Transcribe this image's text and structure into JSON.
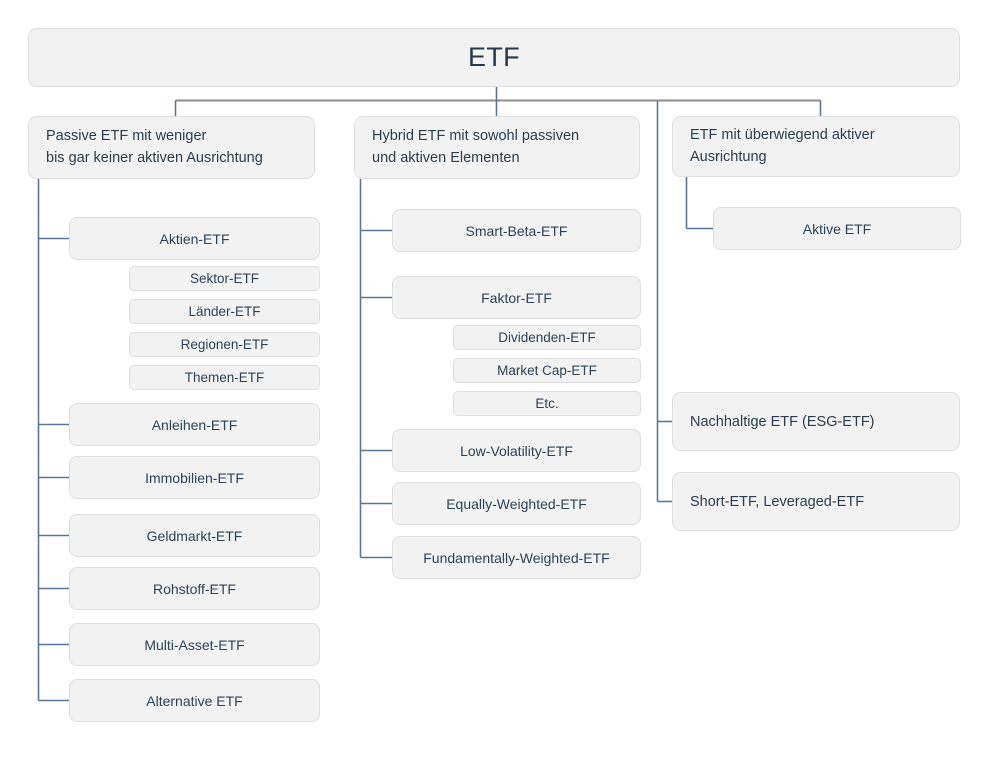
{
  "diagram": {
    "title": "ETF",
    "type": "tree",
    "colors": {
      "node_fill": "#f2f2f2",
      "node_border": "#dedede",
      "text": "#2d3e50",
      "bus_line": "#8c8c8c",
      "branch_line": "#5b7596",
      "background": "#ffffff"
    },
    "root": {
      "label": "ETF"
    },
    "branches": [
      {
        "id": "passive",
        "header": "Passive ETF mit weniger\nbis gar keiner aktiven Ausrichtung",
        "items": [
          {
            "label": "Aktien-ETF",
            "children": [
              {
                "label": "Sektor-ETF"
              },
              {
                "label": "Länder-ETF"
              },
              {
                "label": "Regionen-ETF"
              },
              {
                "label": "Themen-ETF"
              }
            ]
          },
          {
            "label": "Anleihen-ETF",
            "children": []
          },
          {
            "label": "Immobilien-ETF",
            "children": []
          },
          {
            "label": "Geldmarkt-ETF",
            "children": []
          },
          {
            "label": "Rohstoff-ETF",
            "children": []
          },
          {
            "label": "Multi-Asset-ETF",
            "children": []
          },
          {
            "label": "Alternative ETF",
            "children": []
          }
        ]
      },
      {
        "id": "hybrid",
        "header": "Hybrid ETF mit sowohl passiven\nund aktiven Elementen",
        "items": [
          {
            "label": "Smart-Beta-ETF",
            "children": []
          },
          {
            "label": "Faktor-ETF",
            "children": [
              {
                "label": "Dividenden-ETF"
              },
              {
                "label": "Market Cap-ETF"
              },
              {
                "label": "Etc."
              }
            ]
          },
          {
            "label": "Low-Volatility-ETF",
            "children": []
          },
          {
            "label": "Equally-Weighted-ETF",
            "children": []
          },
          {
            "label": "Fundamentally-Weighted-ETF",
            "children": []
          }
        ]
      },
      {
        "id": "active",
        "header": "ETF mit überwiegend aktiver\nAusrichtung",
        "items": [
          {
            "label": "Aktive ETF",
            "children": []
          }
        ]
      }
    ],
    "root_level_extras": [
      {
        "label": "Nachhaltige ETF (ESG-ETF)"
      },
      {
        "label": "Short-ETF, Leveraged-ETF"
      }
    ]
  }
}
